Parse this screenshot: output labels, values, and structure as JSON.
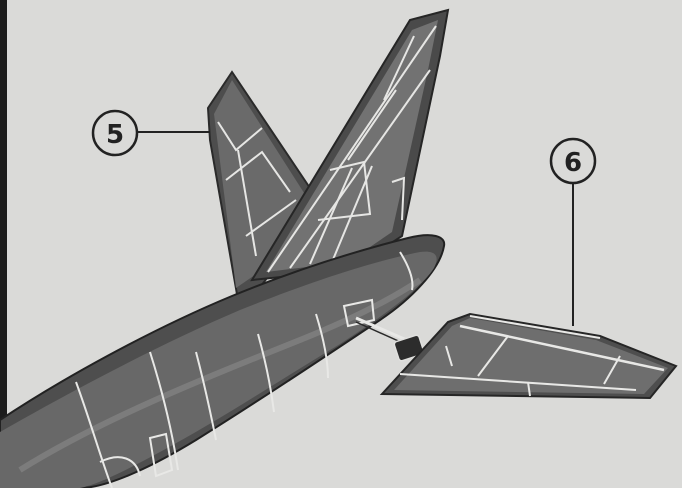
{
  "figure": {
    "callouts": [
      {
        "id": "stabilizer",
        "number": "5"
      },
      {
        "id": "horizontal-tail",
        "number": "6"
      }
    ]
  },
  "colors": {
    "background": "#dadad8",
    "skin_dark": "#3a3a3a",
    "skin_mid": "#5c5c5c",
    "skin_light": "#8a8a8a",
    "panel_lines": "#e8e8e6",
    "ink": "#222222"
  }
}
